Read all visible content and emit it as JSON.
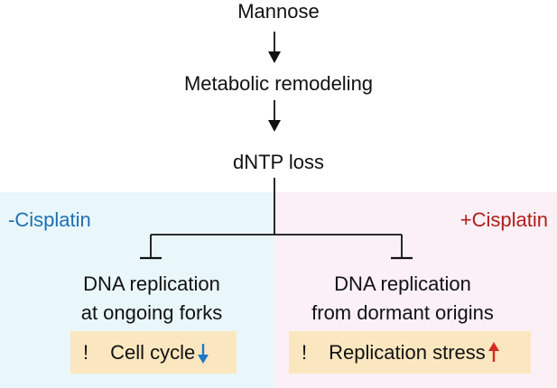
{
  "colors": {
    "left_panel_bg": "#e9f7fb",
    "right_panel_bg": "#fbf0f6",
    "effect_box_bg": "#fbe7bf",
    "left_label": "#1f6fb3",
    "right_label": "#b01e18",
    "down_arrow": "#1f78c8",
    "up_arrow": "#d42a20",
    "line": "#111111"
  },
  "nodes": {
    "mannose": "Mannose",
    "metabolic_remodeling": "Metabolic remodeling",
    "dntp_loss": "dNTP loss"
  },
  "left": {
    "condition": "-Cisplatin",
    "title_line1": "DNA replication",
    "title_line2": "at ongoing forks",
    "effect_bang": "!",
    "effect_text": "Cell cycle",
    "effect_arrow_icon": "down-arrow-icon"
  },
  "right": {
    "condition": "+Cisplatin",
    "title_line1": "DNA replication",
    "title_line2": "from dormant origins",
    "effect_bang": "!",
    "effect_text": "Replication stress",
    "effect_arrow_icon": "up-arrow-icon"
  }
}
